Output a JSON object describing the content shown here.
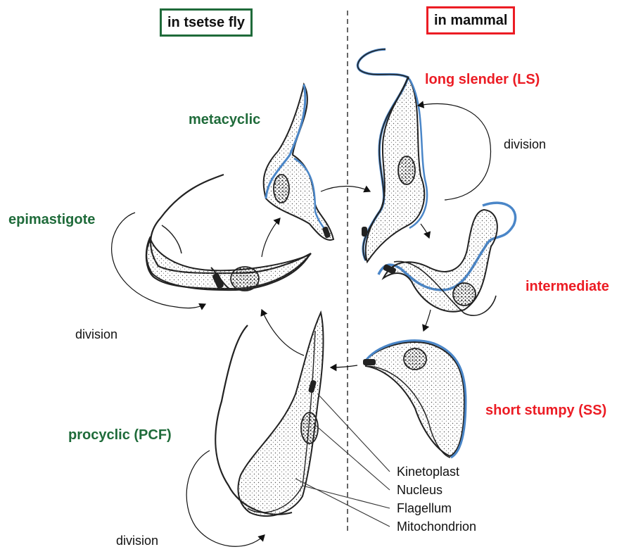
{
  "header": {
    "left_box": "in tsetse fly",
    "right_box": "in mammal"
  },
  "stages": {
    "metacyclic": "metacyclic",
    "epimastigote": "epimastigote",
    "procyclic": "procyclic (PCF)",
    "long_slender": "long slender (LS)",
    "intermediate": "intermediate",
    "short_stumpy": "short stumpy (SS)"
  },
  "division_labels": {
    "left": "division",
    "bottom": "division",
    "right": "division"
  },
  "parts": [
    "Kinetoplast",
    "Nucleus",
    "Flagellum",
    "Mitochondrion"
  ],
  "colors": {
    "fly_green": "#1f6b3a",
    "mammal_red": "#ec1c24",
    "membrane_blue": "#4a86c8",
    "ink": "#222222"
  }
}
